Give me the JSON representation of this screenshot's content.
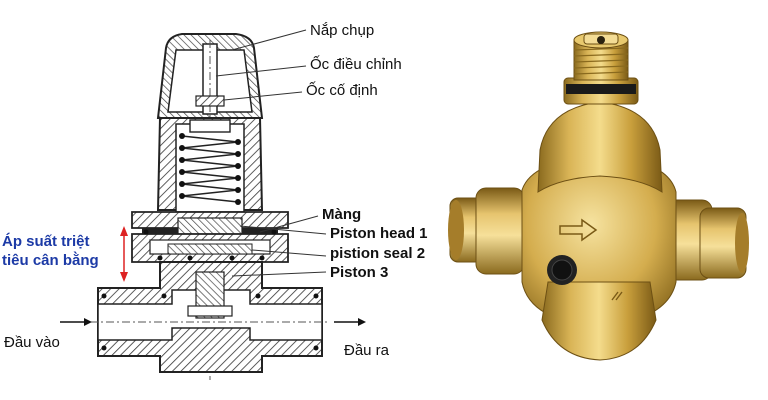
{
  "labels": {
    "cap": "Nắp chụp",
    "adjusting_screw": "Ốc điều chỉnh",
    "lock_nut": "Ốc cố định",
    "diaphragm": "Màng",
    "piston_head": "Piston head 1",
    "piston_seal": "pistion seal 2",
    "piston": "Piston 3",
    "pressure_balance_line1": "Áp suất triệt",
    "pressure_balance_line2": "tiêu cân bằng",
    "inlet": "Đầu vào",
    "outlet": "Đầu ra"
  },
  "colors": {
    "label_text": "#111111",
    "balance_label": "#1c3aa6",
    "balance_arrow": "#dd2222",
    "brass_highlight": "#f4dc8c",
    "brass_shadow": "#7a5a16"
  }
}
